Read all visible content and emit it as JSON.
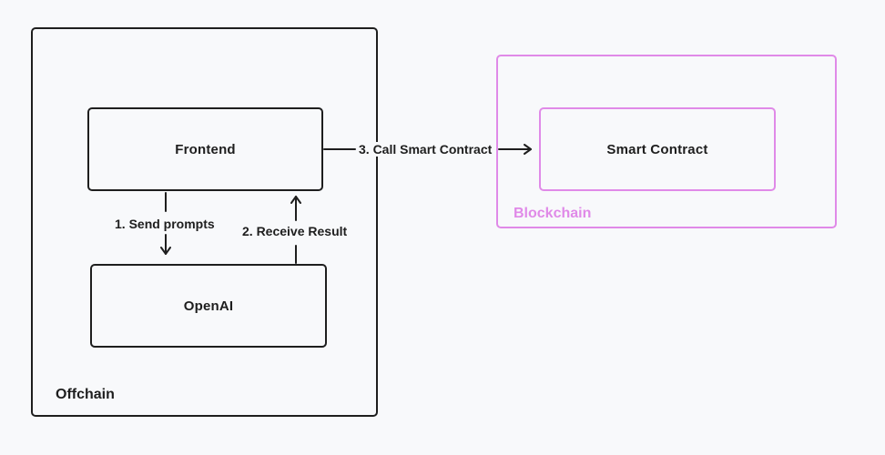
{
  "groups": {
    "offchain": {
      "label": "Offchain",
      "color": "#1e1e1e"
    },
    "blockchain": {
      "label": "Blockchain",
      "color": "#e08ae8"
    }
  },
  "nodes": {
    "frontend": {
      "label": "Frontend"
    },
    "openai": {
      "label": "OpenAI"
    },
    "smart_contract": {
      "label": "Smart Contract"
    }
  },
  "edges": {
    "send_prompts": {
      "label": "1. Send prompts",
      "from": "Frontend",
      "to": "OpenAI"
    },
    "receive_result": {
      "label": "2. Receive Result",
      "from": "OpenAI",
      "to": "Frontend"
    },
    "call_contract": {
      "label": "3. Call Smart Contract",
      "from": "Frontend",
      "to": "Smart Contract"
    }
  },
  "colors": {
    "background": "#f8f9fb",
    "stroke": "#1e1e1e",
    "blockchain_accent": "#e08ae8"
  }
}
